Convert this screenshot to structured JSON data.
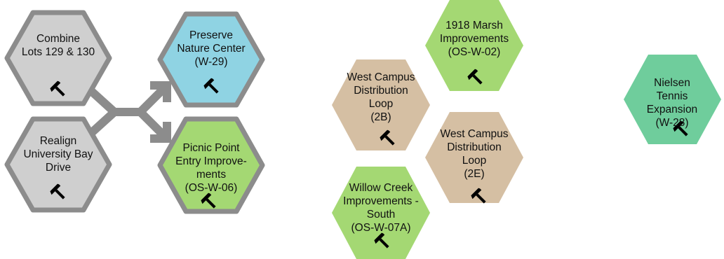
{
  "colors": {
    "gray_fill": "#cfcfcf",
    "gray_stroke": "#8c8c8c",
    "blue_fill": "#8fd3e3",
    "green_fill": "#a4d873",
    "tan_fill": "#d5bfa3",
    "teal_fill": "#6fcd9c",
    "arrow": "#8c8c8c",
    "icon": "#000000"
  },
  "nodes": {
    "combine_lots": {
      "label": "Combine\nLots 129 & 130",
      "icon": "hammer-icon"
    },
    "realign_drive": {
      "label": "Realign\nUniversity Bay\nDrive",
      "icon": "hammer-icon"
    },
    "preserve_nature_center": {
      "label": "Preserve\nNature Center\n(W-29)",
      "icon": "hammer-icon"
    },
    "picnic_point": {
      "label": "Picnic Point\nEntry Improve-\nments\n(OS-W-06)",
      "icon": "hammer-icon"
    },
    "marsh_1918": {
      "label": "1918 Marsh\nImprovements\n(OS-W-02)",
      "icon": "hammer-icon"
    },
    "west_campus_2b": {
      "label": "West Campus\nDistribution\nLoop\n(2B)",
      "icon": "hammer-icon"
    },
    "west_campus_2e": {
      "label": "West Campus\nDistribution\nLoop\n(2E)",
      "icon": "hammer-icon"
    },
    "willow_creek": {
      "label": "Willow Creek\nImprovements -\nSouth\n(OS-W-07A)",
      "icon": "hammer-icon"
    },
    "nielsen_tennis": {
      "label": "Nielsen Tennis\nExpansion\n(W-28)",
      "icon": "hammer-icon"
    }
  }
}
